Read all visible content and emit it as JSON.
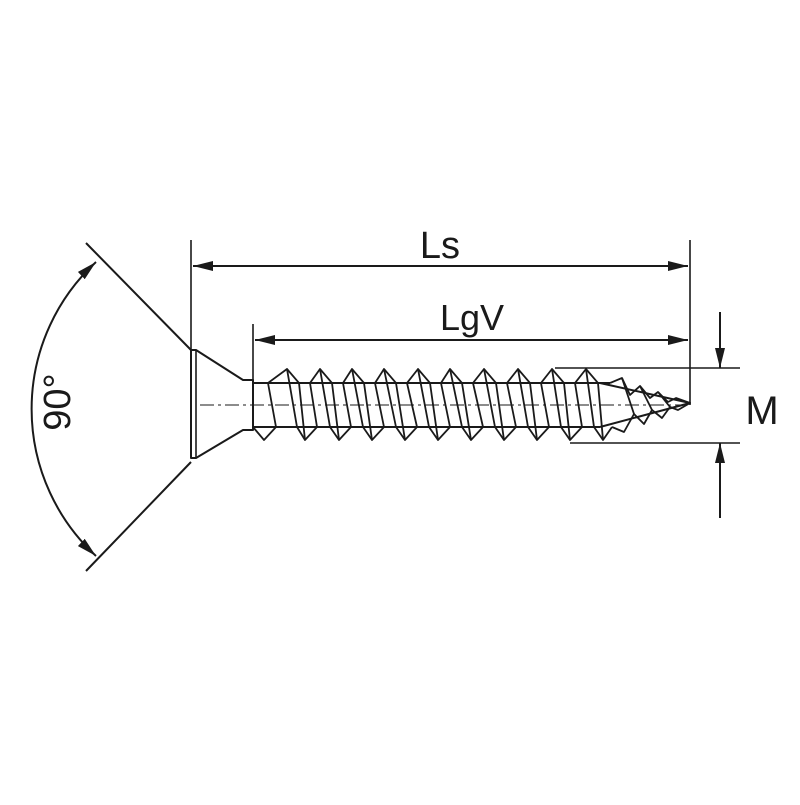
{
  "diagram": {
    "labels": {
      "overall_length": "Ls",
      "thread_length": "LgV",
      "diameter": "M",
      "head_angle": "90°"
    },
    "colors": {
      "line": "#1a1a1a",
      "background": "#ffffff"
    }
  }
}
